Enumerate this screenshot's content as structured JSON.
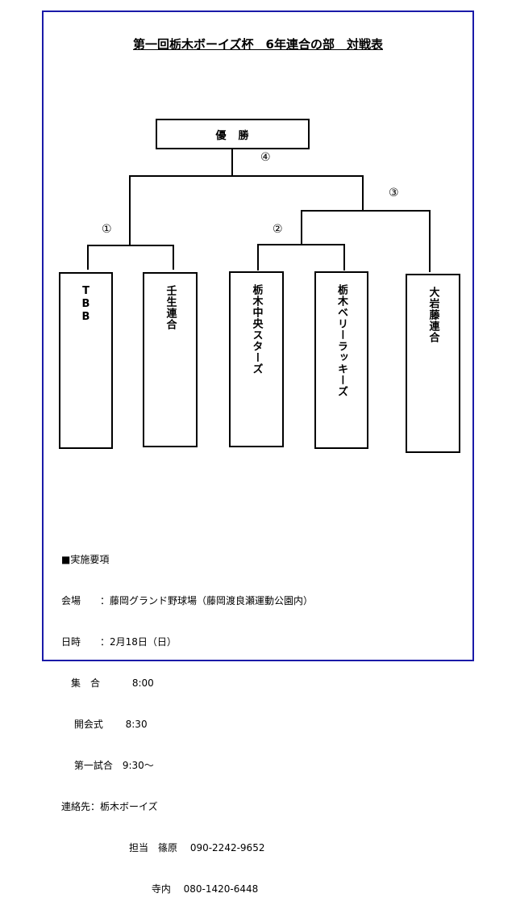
{
  "title": "第一回栃木ボーイズ杯　6年連合の部　対戦表",
  "winner_label": "優　勝",
  "match_numbers": {
    "m1": "①",
    "m2": "②",
    "m3": "③",
    "m4": "④"
  },
  "teams": [
    "TBB",
    "壬生連合",
    "栃木中央スターズ",
    "栃木ベリーラッキーズ",
    "大岩藤連合"
  ],
  "info": {
    "heading": "■実施要項",
    "venue": "会場　　：藤岡グランド野球場（藤岡渡良瀬運動公園内）",
    "date": "日時　　：2月18日（日）",
    "assembly": "　集　合　　　 8:00",
    "opening": "　 開会式　　 8:30",
    "first_game": "　 第一試合　9:30～",
    "contact": "連絡先：栃木ボーイズ",
    "contact1": "　　　　　　　担当　篠原　 090-2242-9652",
    "contact2": "　　　　　　　　　 寺内　 080-1420-6448"
  }
}
